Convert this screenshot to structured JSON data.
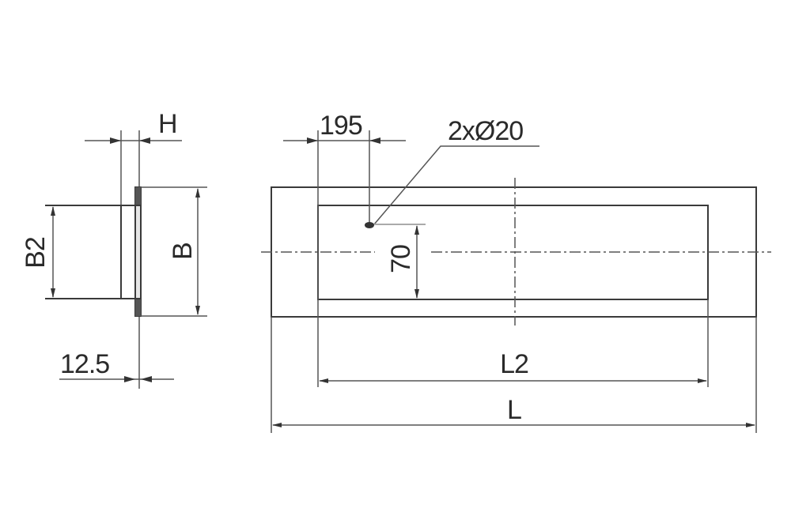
{
  "side_view": {
    "dim_H": "H",
    "dim_B": "B",
    "dim_B2": "B2",
    "dim_thickness": "12.5"
  },
  "front_view": {
    "dim_hole_offset": "195",
    "hole_callout": "2xØ20",
    "dim_hole_spacing": "70",
    "dim_L2": "L2",
    "dim_L": "L"
  }
}
